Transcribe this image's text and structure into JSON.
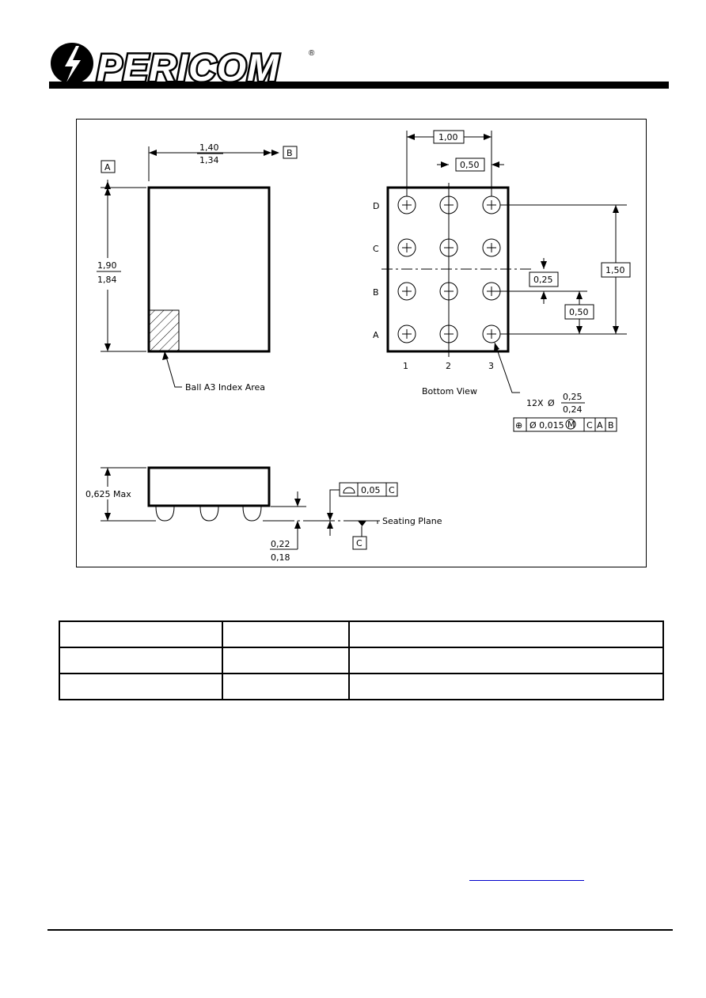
{
  "header": {
    "brand": "PERICOM",
    "registered_mark": "®"
  },
  "drawing": {
    "top_view": {
      "datum_a": "A",
      "datum_b": "B",
      "width_max": "1,40",
      "width_min": "1,34",
      "height_max": "1,90",
      "height_min": "1,84",
      "index_label": "Ball A3 Index Area"
    },
    "bottom_view": {
      "title": "Bottom View",
      "pitch_span": "1,00",
      "pitch": "0,50",
      "row_offset": "0,25",
      "row_pitch": "0,50",
      "row_span": "1,50",
      "rows": [
        "D",
        "C",
        "B",
        "A"
      ],
      "cols": [
        "1",
        "2",
        "3"
      ],
      "ball_count": "12X",
      "diameter_symbol": "Ø",
      "ball_dia_max": "0,25",
      "ball_dia_min": "0,24",
      "fcf": {
        "position_symbol": "⊕",
        "tolerance": "Ø 0,015",
        "modifier": "M",
        "datum1": "C",
        "datum2": "A",
        "datum3": "B"
      }
    },
    "side_view": {
      "height_label": "0,625 Max",
      "flatness_tolerance": "0,05",
      "flatness_datum": "C",
      "seating_plane": "Seating Plane",
      "datum_c": "C",
      "standoff_max": "0,22",
      "standoff_min": "0,18"
    }
  },
  "table": {
    "rows": 3,
    "cols": 3
  }
}
